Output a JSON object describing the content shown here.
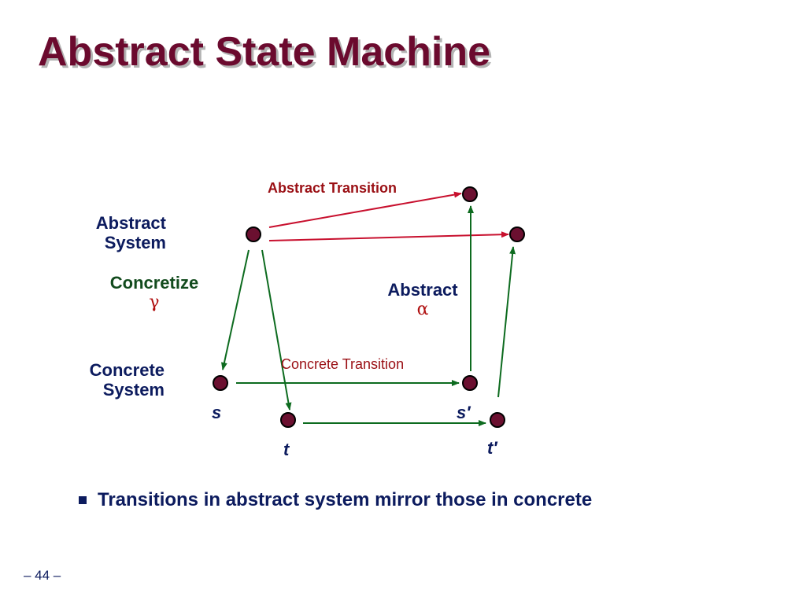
{
  "title": "Abstract State Machine",
  "labels": {
    "abstract_system_line1": "Abstract",
    "abstract_system_line2": "System",
    "concrete_system_line1": "Concrete",
    "concrete_system_line2": "System",
    "concretize": "Concretize",
    "concretize_symbol": "γ",
    "abstract_map": "Abstract",
    "abstract_symbol": "α",
    "abstract_transition": "Abstract Transition",
    "concrete_transition": "Concrete Transition"
  },
  "states": {
    "s": "s",
    "s_prime": "s′",
    "t": "t",
    "t_prime": "t′"
  },
  "bullets": [
    "Transitions in abstract system mirror those in concrete"
  ],
  "page_number": "– 44 –",
  "colors": {
    "title": "#6b0a2e",
    "node_fill": "#6b1030",
    "abstract_edge": "#c8102e",
    "concrete_edge": "#0d6b1f",
    "text_navy": "#0c1b5e"
  }
}
